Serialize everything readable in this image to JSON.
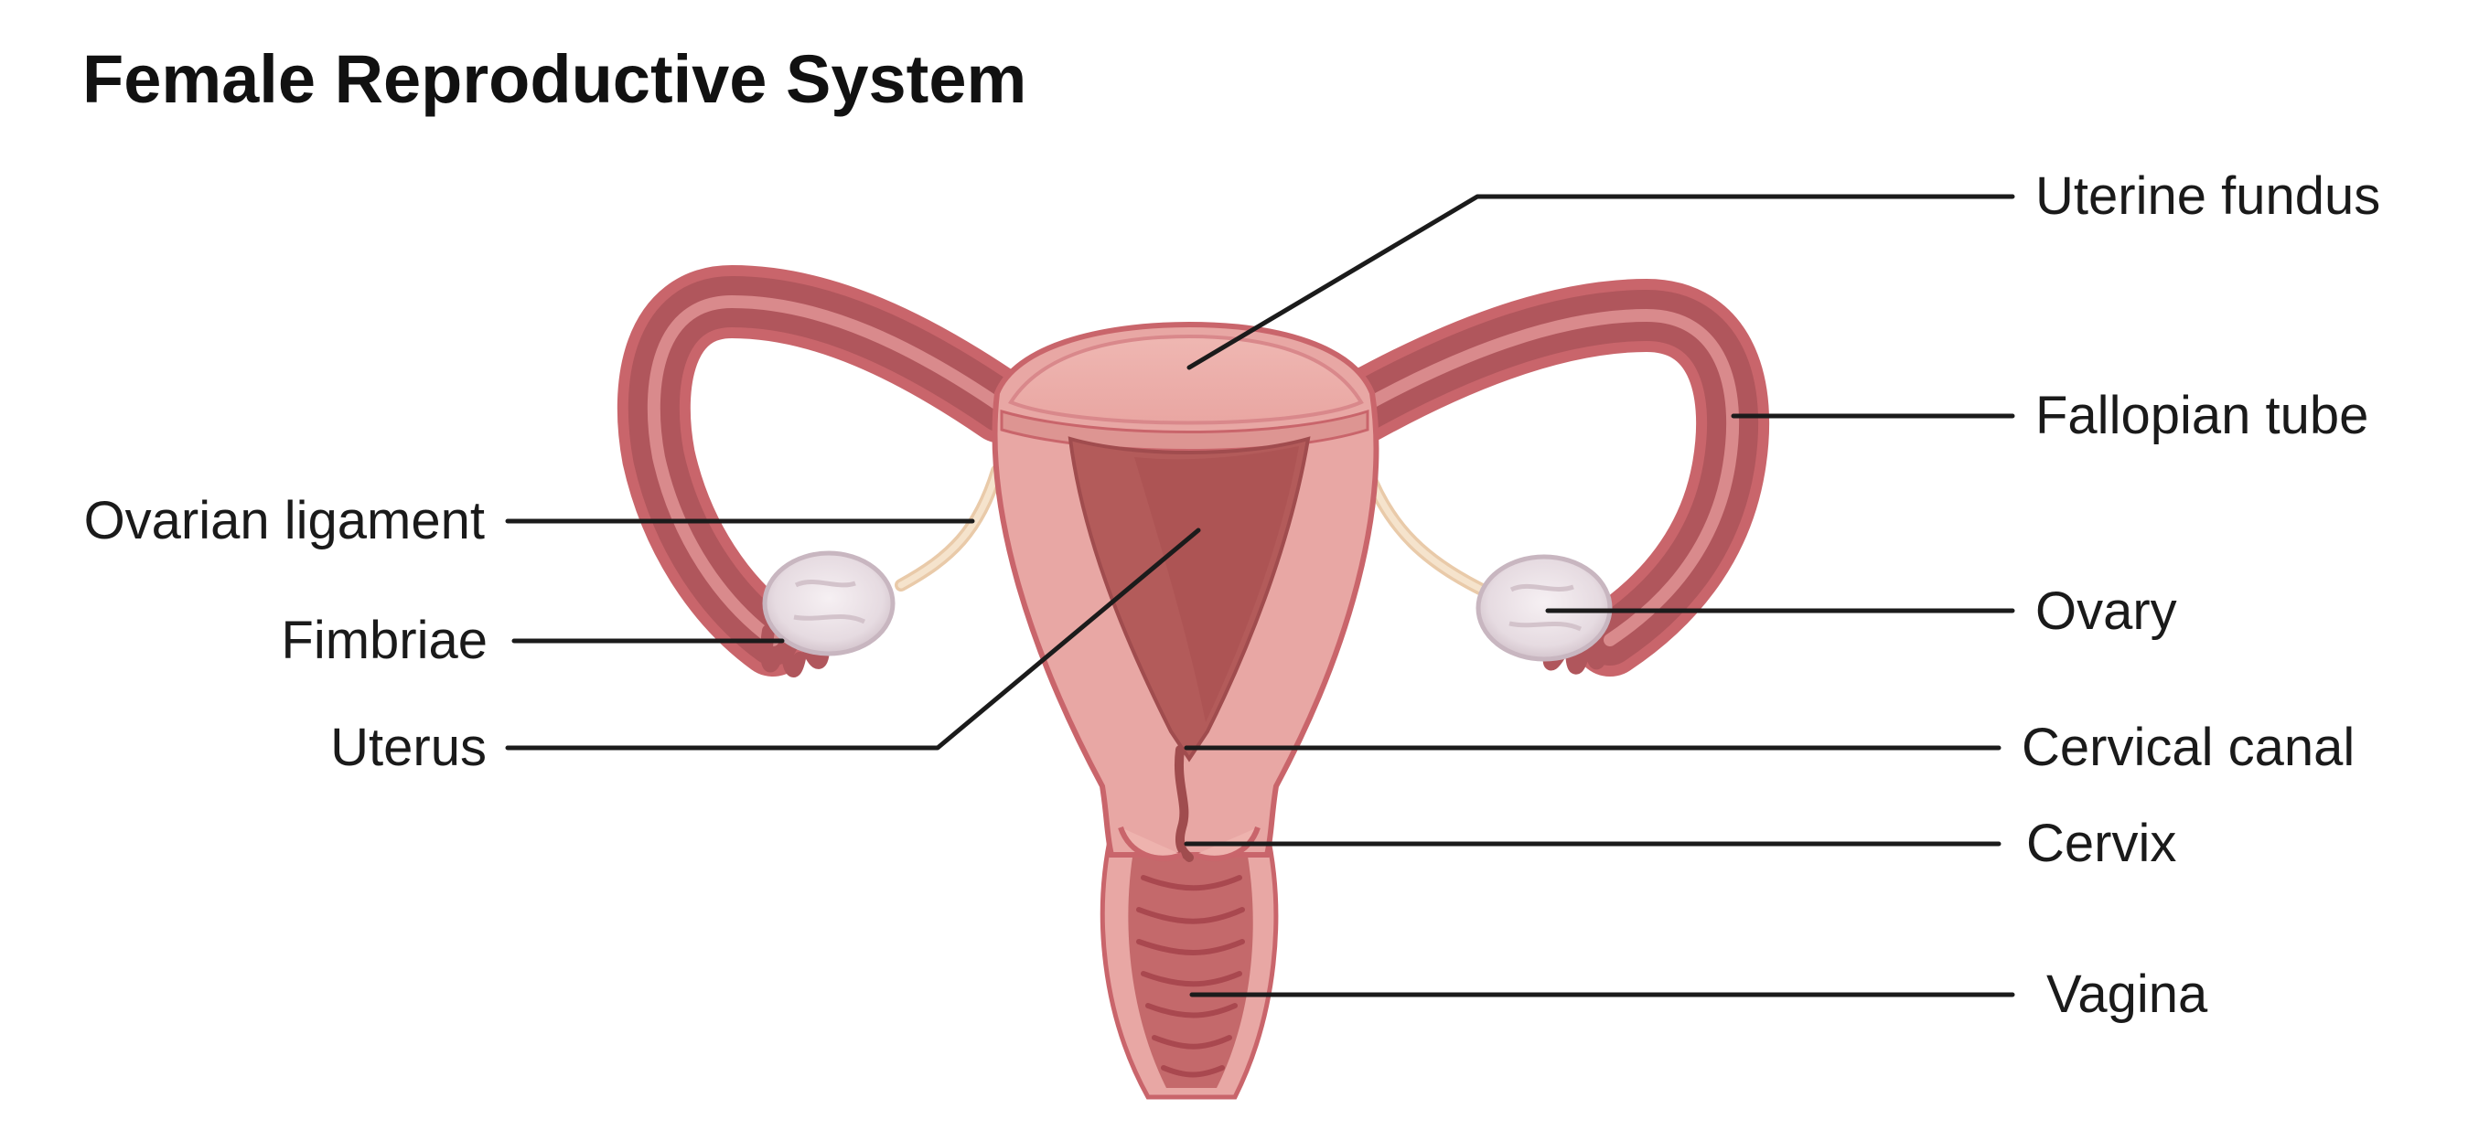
{
  "title": "Female Reproductive System",
  "labels": {
    "uterine_fundus": "Uterine fundus",
    "fallopian_tube": "Fallopian tube",
    "ovary": "Ovary",
    "cervical_canal": "Cervical canal",
    "cervix": "Cervix",
    "vagina": "Vagina",
    "ovarian_ligament": "Ovarian ligament",
    "fimbriae": "Fimbriae",
    "uterus": "Uterus"
  },
  "colors": {
    "outer_wall": "#c9656b",
    "myometrium": "#e8a7a4",
    "cavity": "#b35b5a",
    "tube_lumen": "#b0565c",
    "ovary": "#e8dfe4",
    "ligament": "#f1d9bd",
    "leader_line": "#1b1b1b"
  }
}
